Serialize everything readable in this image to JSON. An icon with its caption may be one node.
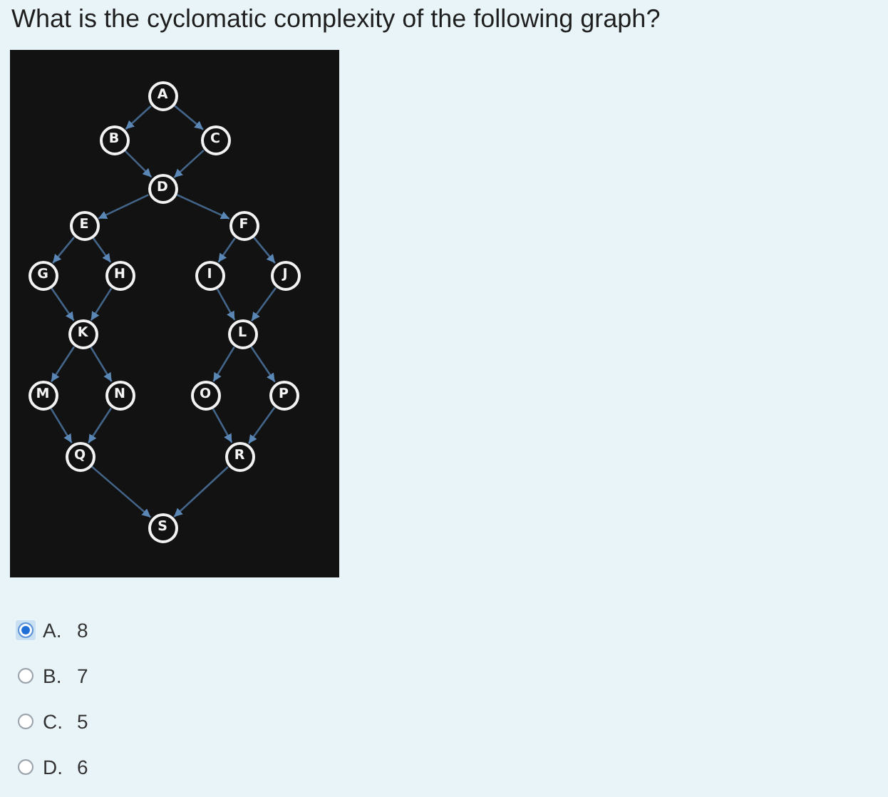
{
  "diagram": {
    "title": "What is the cyclomatic complexity of the following graph?",
    "nodes": [
      {
        "text": [
          "A"
        ]
      },
      {
        "text": [
          "B"
        ]
      },
      {
        "text": [
          "C"
        ]
      },
      {
        "text": [
          "D"
        ]
      },
      {
        "text": [
          "E"
        ]
      },
      {
        "text": [
          "F"
        ]
      },
      {
        "text": [
          "G"
        ]
      },
      {
        "text": [
          "H"
        ]
      },
      {
        "text": [
          "I"
        ]
      },
      {
        "text": [
          "J"
        ]
      },
      {
        "text": [
          "K"
        ]
      },
      {
        "text": [
          "L"
        ]
      },
      {
        "text": [
          "M"
        ]
      },
      {
        "text": [
          "N"
        ]
      },
      {
        "text": [
          "O"
        ]
      },
      {
        "text": [
          "P"
        ]
      },
      {
        "text": [
          "Q"
        ]
      },
      {
        "text": [
          "R"
        ]
      },
      {
        "text": [
          "S"
        ]
      }
    ],
    "edges": [
      {
        "from": 0,
        "to": 1,
        "arrow": "to"
      },
      {
        "from": 0,
        "to": 2,
        "arrow": "to"
      },
      {
        "from": 1,
        "to": 3,
        "arrow": "to"
      },
      {
        "from": 2,
        "to": 3,
        "arrow": "to"
      },
      {
        "from": 3,
        "to": 4,
        "arrow": "to"
      },
      {
        "from": 3,
        "to": 5,
        "arrow": "to"
      },
      {
        "from": 4,
        "to": 6,
        "arrow": "to"
      },
      {
        "from": 4,
        "to": 7,
        "arrow": "to"
      },
      {
        "from": 5,
        "to": 8,
        "arrow": "to"
      },
      {
        "from": 5,
        "to": 9,
        "arrow": "to"
      },
      {
        "from": 6,
        "to": 10,
        "arrow": "to"
      },
      {
        "from": 7,
        "to": 10,
        "arrow": "to"
      },
      {
        "from": 8,
        "to": 11,
        "arrow": "to"
      },
      {
        "from": 9,
        "to": 11,
        "arrow": "to"
      },
      {
        "from": 10,
        "to": 12,
        "arrow": "to"
      },
      {
        "from": 10,
        "to": 13,
        "arrow": "to"
      },
      {
        "from": 11,
        "to": 14,
        "arrow": "to"
      },
      {
        "from": 11,
        "to": 15,
        "arrow": "to"
      },
      {
        "from": 12,
        "to": 16,
        "arrow": "to"
      },
      {
        "from": 13,
        "to": 16,
        "arrow": "to"
      },
      {
        "from": 14,
        "to": 17,
        "arrow": "to"
      },
      {
        "from": 15,
        "to": 17,
        "arrow": "to"
      },
      {
        "from": 16,
        "to": 18,
        "arrow": "to"
      },
      {
        "from": 17,
        "to": 18,
        "arrow": "to"
      }
    ],
    "labels": [
      "A.",
      "8",
      "B.",
      "7",
      "C.",
      "5",
      "D.",
      "6"
    ]
  }
}
